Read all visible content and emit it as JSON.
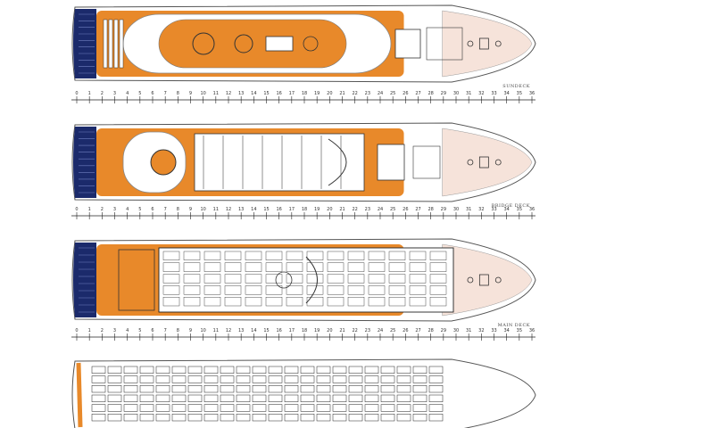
{
  "colors": {
    "deck_orange": "#E8892A",
    "bow_pink": "#F6E3DA",
    "stern_blue": "#1B2A6B",
    "hull_outline": "#555555",
    "interior_lines": "#222222",
    "background": "#FFFFFF"
  },
  "decks": [
    {
      "id": "sundeck",
      "label": "SUNDECK",
      "style": "open"
    },
    {
      "id": "bridge-deck",
      "label": "BRIDGE DECK",
      "style": "mixed"
    },
    {
      "id": "main-deck",
      "label": "MAIN DECK",
      "style": "interior"
    },
    {
      "id": "lower-deck",
      "label": "",
      "style": "lower"
    }
  ],
  "frame_scale": {
    "start": 0,
    "end": 36,
    "labels": [
      "0",
      "1",
      "2",
      "3",
      "4",
      "5",
      "6",
      "7",
      "8",
      "9",
      "10",
      "11",
      "12",
      "13",
      "14",
      "15",
      "16",
      "17",
      "18",
      "19",
      "20",
      "21",
      "22",
      "23",
      "24",
      "25",
      "26",
      "27",
      "28",
      "29",
      "30",
      "31",
      "32",
      "33",
      "34",
      "35",
      "36"
    ]
  }
}
